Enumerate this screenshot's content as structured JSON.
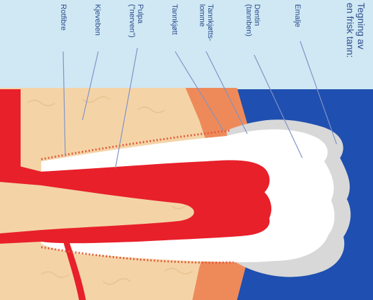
{
  "title": {
    "line1": "Tegning av",
    "line2": "en frisk tann:"
  },
  "labels": {
    "emalje": "Emalje",
    "dentin_line1": "Dentin",
    "dentin_line2": "(tannben)",
    "tannkjottslomme_line1": "Tannkjøtts-",
    "tannkjottslomme_line2": "lomme",
    "tannkjott": "Tannkjøtt",
    "pulpa_line1": "Pulpa",
    "pulpa_line2": "(\"nerven\")",
    "kjeveben": "Kjeveben",
    "rotfibre": "Rotfibre"
  },
  "colors": {
    "background": "#cfe8f3",
    "mouth": "#1f4fb0",
    "bone": "#f4d4a7",
    "gum": "#ee8a5a",
    "enamel": "#d8d8d8",
    "dentin": "#ffffff",
    "pulp": "#e8202a",
    "leader": "#7f93c7",
    "text": "#2b4a8e"
  }
}
